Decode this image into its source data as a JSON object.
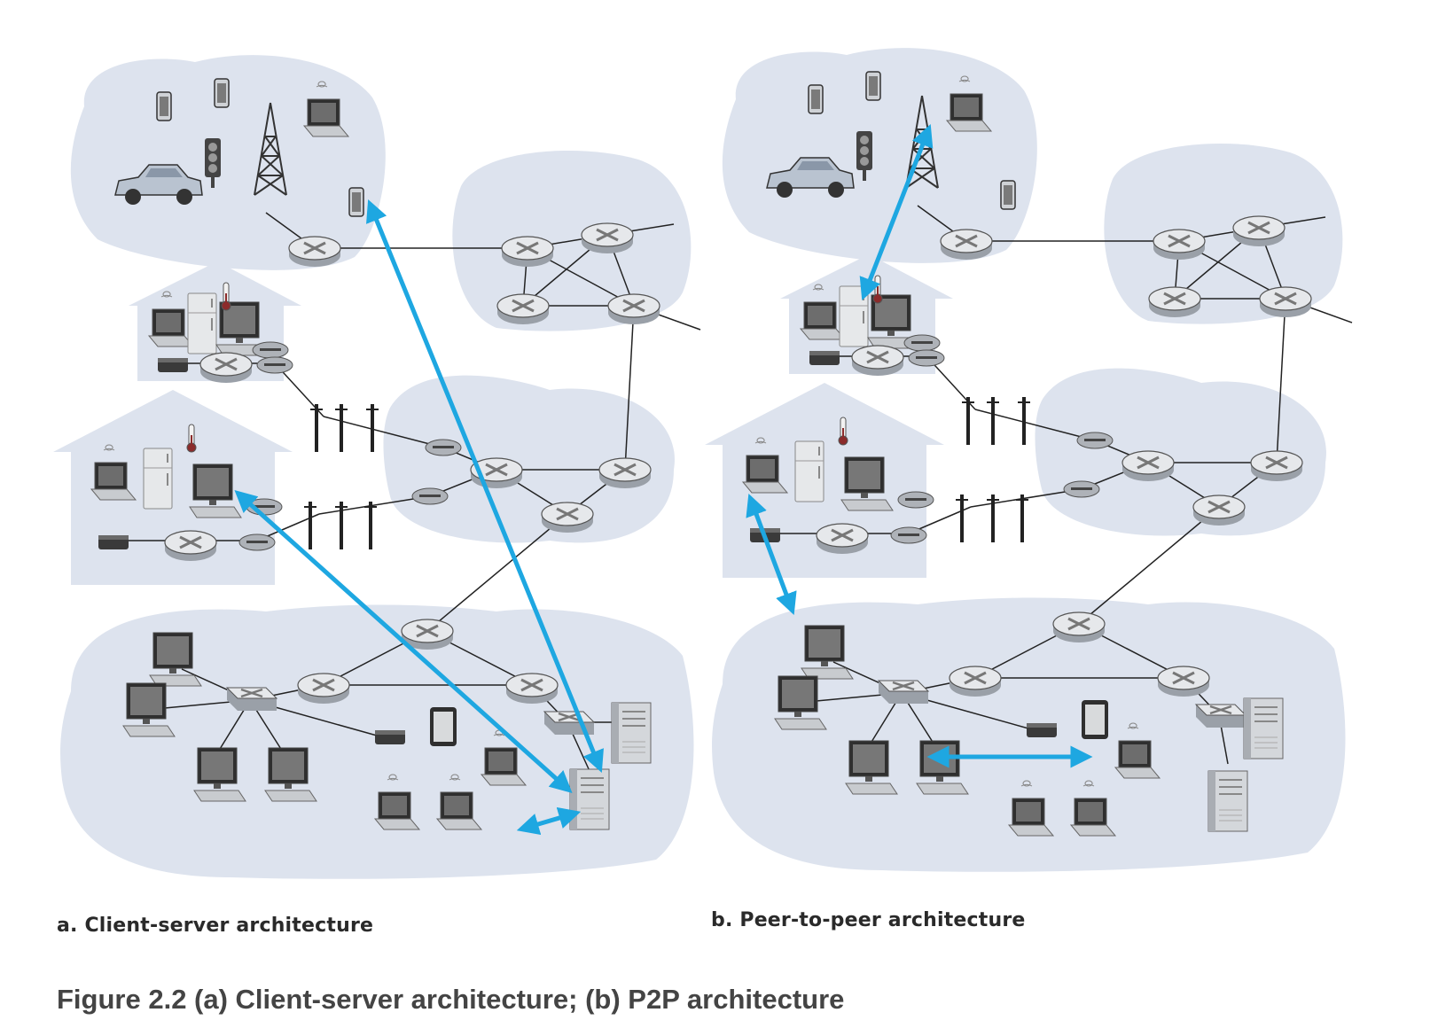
{
  "panels": [
    {
      "id": "a",
      "caption": "a. Client-server architecture"
    },
    {
      "id": "b",
      "caption": "b. Peer-to-peer architecture"
    }
  ],
  "figure_caption": "Figure 2.2 (a) Client-server architecture; (b) P2P architecture",
  "colors": {
    "cloud": "#dde3ee",
    "arrow": "#1ea7e1",
    "line": "#222222",
    "router_fill": "#dcdfe3",
    "device_dark": "#3a3a3a"
  },
  "icons": [
    "router-icon",
    "switch-icon",
    "server-icon",
    "laptop-icon",
    "desktop-icon",
    "smartphone-icon",
    "tablet-icon",
    "car-icon",
    "traffic-light-icon",
    "cell-tower-icon",
    "refrigerator-icon",
    "thermometer-icon",
    "modem-icon",
    "utility-pole-icon",
    "house-icon"
  ]
}
